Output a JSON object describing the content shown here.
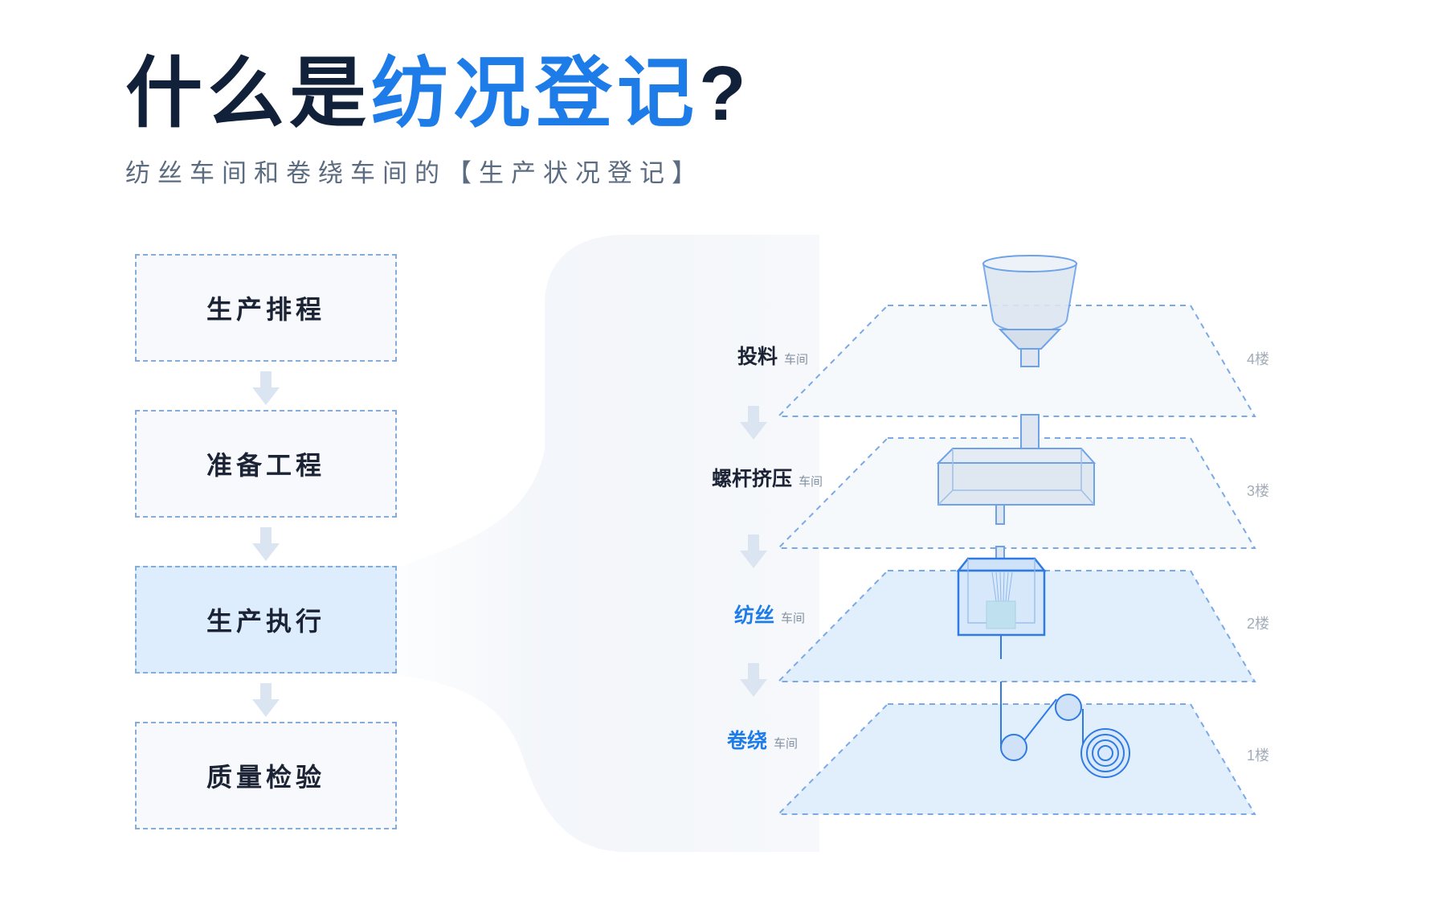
{
  "title": {
    "prefix": "什么是",
    "highlight": "纺况登记",
    "suffix": "?"
  },
  "subtitle": "纺丝车间和卷绕车间的【生产状况登记】",
  "steps": [
    {
      "label": "生产排程",
      "active": false
    },
    {
      "label": "准备工程",
      "active": false
    },
    {
      "label": "生产执行",
      "active": true
    },
    {
      "label": "质量检验",
      "active": false
    }
  ],
  "workshops": [
    {
      "name": "投料",
      "suffix": "车间",
      "floor": "4楼"
    },
    {
      "name": "螺杆挤压",
      "suffix": "车间",
      "floor": "3楼"
    },
    {
      "name": "纺丝",
      "suffix": "车间",
      "floor": "2楼"
    },
    {
      "name": "卷绕",
      "suffix": "车间",
      "floor": "1楼"
    }
  ],
  "colors": {
    "dark": "#12213a",
    "accent": "#1e7ce8",
    "dashed_border": "#86acd9",
    "active_fill": "#deedfd",
    "floor_fill_light": "#f6f9fc",
    "floor_fill_blue": "#e1effd",
    "equipment_stroke": "#5b9bf0"
  }
}
